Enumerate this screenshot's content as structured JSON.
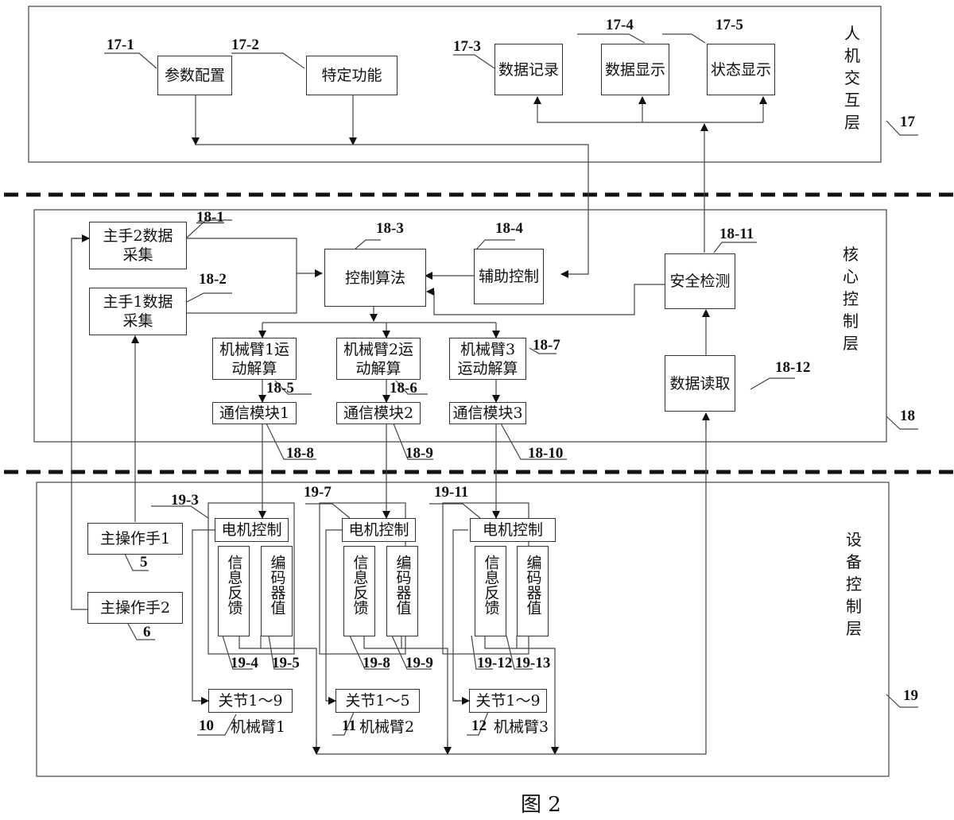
{
  "figure_caption": "图 2",
  "layers": {
    "hmi": {
      "id": "17",
      "title_chars": [
        "人",
        "机",
        "交",
        "互",
        "层"
      ]
    },
    "core": {
      "id": "18",
      "title_chars": [
        "核",
        "心",
        "控",
        "制",
        "层"
      ]
    },
    "device": {
      "id": "19",
      "title_chars": [
        "设",
        "备",
        "控",
        "制",
        "层"
      ]
    }
  },
  "hmi_blocks": {
    "param_config": {
      "id": "17-1",
      "label": "参数配置"
    },
    "special_func": {
      "id": "17-2",
      "label": "特定功能"
    },
    "data_record": {
      "id": "17-3",
      "label": "数据记录"
    },
    "data_display": {
      "id": "17-4",
      "label": "数据显示"
    },
    "status_display": {
      "id": "17-5",
      "label": "状态显示"
    }
  },
  "core_blocks": {
    "master2_acq": {
      "id": "18-1",
      "label": "主手2数据采集"
    },
    "master1_acq": {
      "id": "18-2",
      "label": "主手1数据采集"
    },
    "control_algo": {
      "id": "18-3",
      "label": "控制算法"
    },
    "aux_control": {
      "id": "18-4",
      "label": "辅助控制"
    },
    "arm1_kin": {
      "id": "18-5",
      "label": "机械臂1运动解算"
    },
    "arm2_kin": {
      "id": "18-6",
      "label": "机械臂2运动解算"
    },
    "arm3_kin": {
      "id": "18-7",
      "label": "机械臂3运动解算"
    },
    "comm1": {
      "id": "18-8",
      "label": "通信模块1"
    },
    "comm2": {
      "id": "18-9",
      "label": "通信模块2"
    },
    "comm3": {
      "id": "18-10",
      "label": "通信模块3"
    },
    "safety": {
      "id": "18-11",
      "label": "安全检测"
    },
    "data_read": {
      "id": "18-12",
      "label": "数据读取"
    }
  },
  "device_blocks": {
    "master_op1": {
      "id": "5",
      "label": "主操作手1"
    },
    "master_op2": {
      "id": "6",
      "label": "主操作手2"
    },
    "groups": [
      {
        "group_id": "19-3",
        "motor": "电机控制",
        "feedback_id": "19-4",
        "feedback": "信息反馈",
        "encoder_id": "19-5",
        "encoder": "编码器值",
        "joints": "关节1～9",
        "arm_id": "10",
        "arm": "机械臂1"
      },
      {
        "group_id": "19-7",
        "motor": "电机控制",
        "feedback_id": "19-8",
        "feedback": "信息反馈",
        "encoder_id": "19-9",
        "encoder": "编码器值",
        "joints": "关节1～5",
        "arm_id": "11",
        "arm": "机械臂2"
      },
      {
        "group_id": "19-11",
        "motor": "电机控制",
        "feedback_id": "19-12",
        "feedback": "信息反馈",
        "encoder_id": "19-13",
        "encoder": "编码器值",
        "joints": "关节1～9",
        "arm_id": "12",
        "arm": "机械臂3"
      }
    ]
  }
}
